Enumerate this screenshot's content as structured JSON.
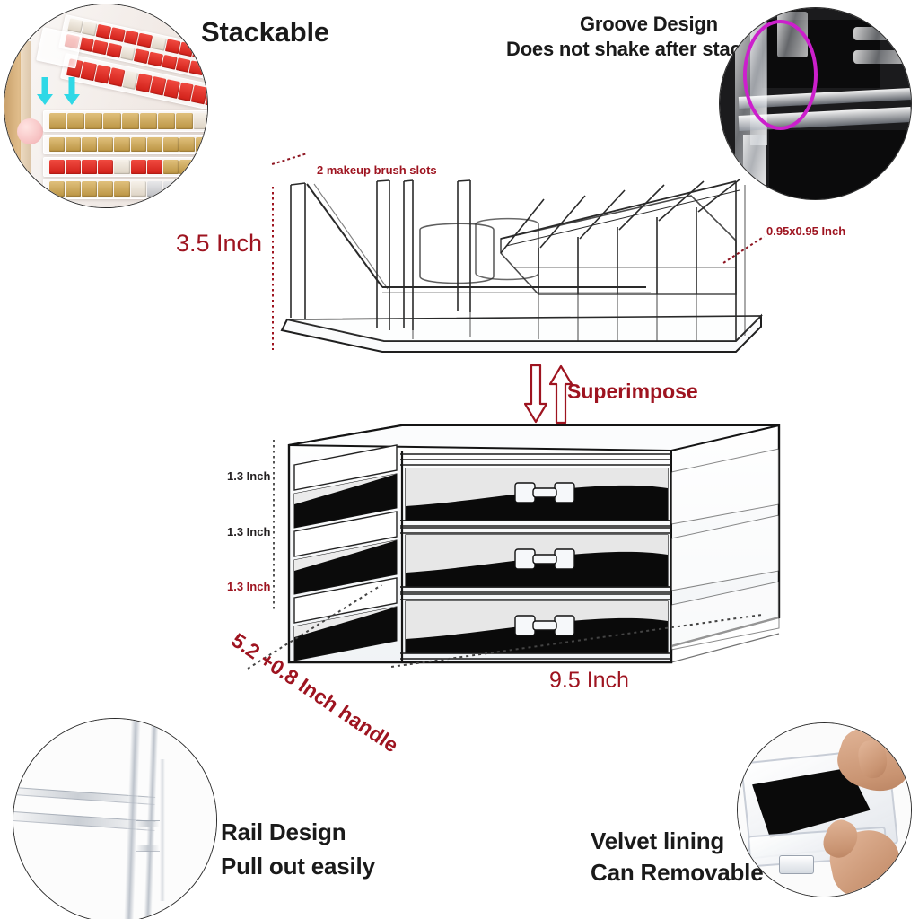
{
  "page": {
    "background": "#ffffff",
    "accent_red": "#9e1420",
    "text_dark": "#1a1a1a",
    "ring_magenta": "#cc1fcc",
    "arrow_cyan": "#2fd8e6"
  },
  "features": {
    "stackable": {
      "heading": "Stackable",
      "photo_name": "stacked-organizer-photo"
    },
    "groove": {
      "line1": "Groove Design",
      "line2": "Does not shake after stacking",
      "photo_name": "groove-closeup-photo"
    },
    "rail": {
      "line1": "Rail Design",
      "line2": "Pull out easily",
      "photo_name": "rail-closeup-photo"
    },
    "velvet": {
      "line1": "Velvet lining",
      "line2": "Can Removable",
      "photo_name": "velvet-lining-photo"
    }
  },
  "top_tray": {
    "height_label": "3.5 Inch",
    "brush_slots_label": "2 makeup brush slots",
    "compartment_label": "0.95x0.95 Inch"
  },
  "superimpose": {
    "label": "Superimpose",
    "arrow_down": "arrow-down-icon",
    "arrow_up": "arrow-up-icon"
  },
  "drawer_unit": {
    "drawer_heights": [
      "1.3 Inch",
      "1.3 Inch",
      "1.3 Inch"
    ],
    "depth_label": "5.2 +0.8 Inch handle",
    "width_label": "9.5 Inch",
    "drawer_count": 3
  }
}
